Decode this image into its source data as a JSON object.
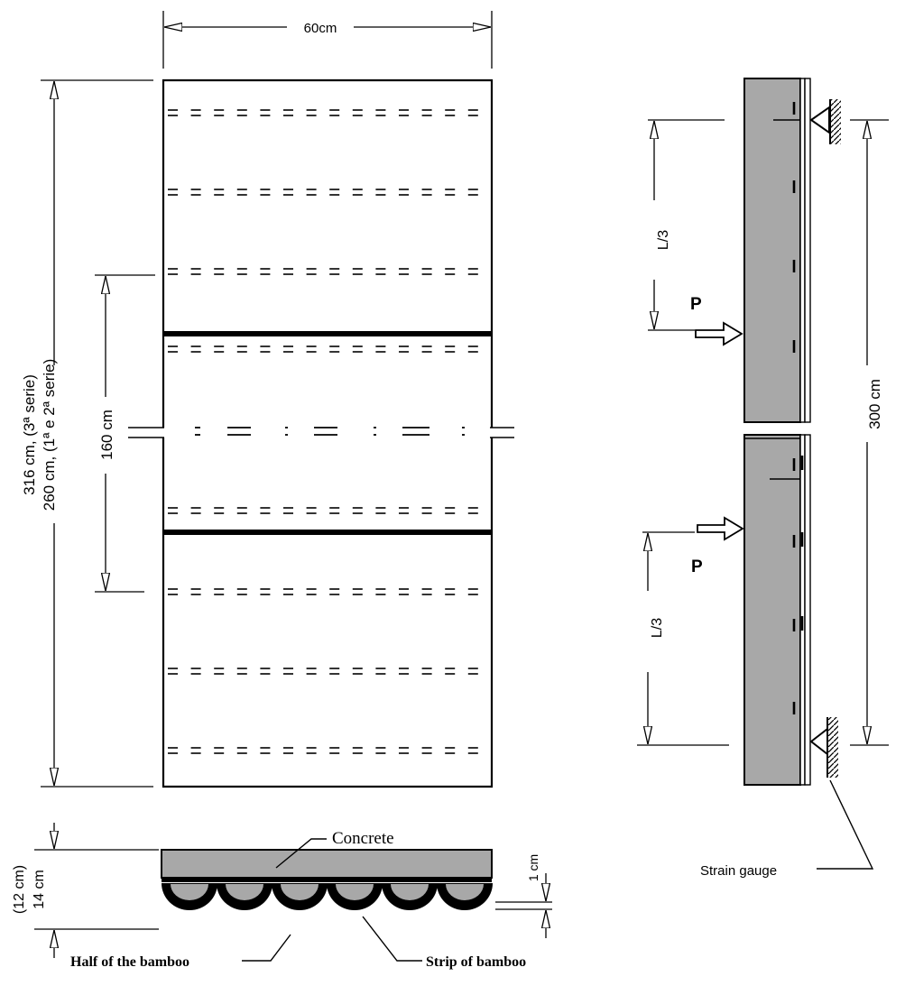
{
  "plan_view": {
    "width_label": "60cm",
    "length_label_line1": "316 cm, (3ª serie)",
    "length_label_line2": "260 cm, (1ª e 2ª serie)",
    "middle_label": "160 cm"
  },
  "cross_section": {
    "concrete_label": "Concrete",
    "cover_label": "1 cm",
    "depth_label_outer": "(12 cm)",
    "depth_label_inner": "14 cm",
    "half_bamboo_label": "Half of the bamboo",
    "strip_label": "Strip of bamboo"
  },
  "elevation": {
    "load_top": "P",
    "load_bottom": "P",
    "third_top": "L/3",
    "third_bottom": "L/3",
    "span_label": "300 cm",
    "gauge_label": "Strain gauge"
  },
  "colors": {
    "ink": "#000000",
    "concrete_fill": "#a8a8a8",
    "paper": "#ffffff"
  }
}
